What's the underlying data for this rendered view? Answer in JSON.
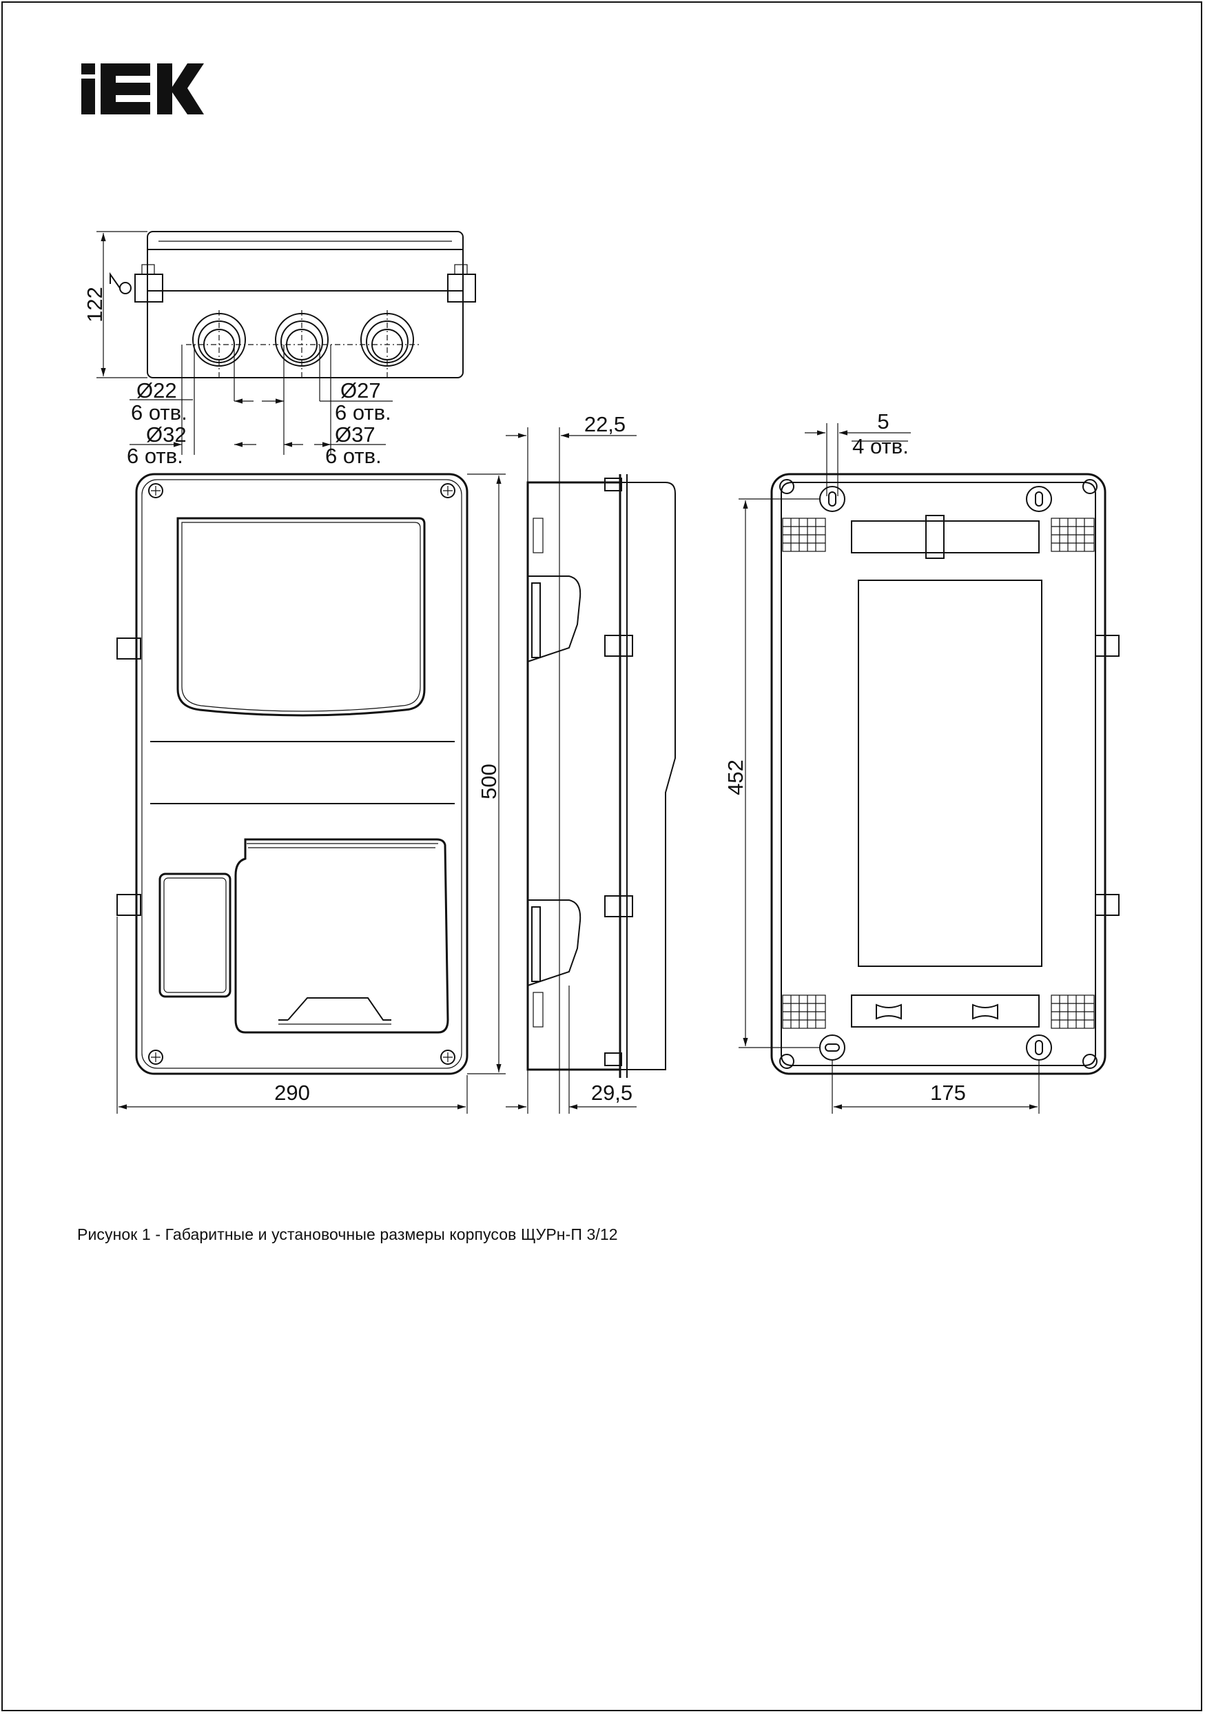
{
  "brand": {
    "logo_text": "IEK"
  },
  "dimensions": {
    "height_122": "122",
    "d22": "Ø22",
    "d22_count": "6 отв.",
    "d27": "Ø27",
    "d27_count": "6 отв.",
    "d32": "Ø32",
    "d32_count": "6 отв.",
    "d37": "Ø37",
    "d37_count": "6 отв.",
    "depth_22_5": "22,5",
    "height_500": "500",
    "width_290": "290",
    "depth_29_5": "29,5",
    "hole_5": "5",
    "hole_5_count": "4 отв.",
    "mount_452": "452",
    "mount_175": "175"
  },
  "caption": "Рисунок 1 - Габаритные и установочные размеры корпусов ЩУРн-П 3/12"
}
